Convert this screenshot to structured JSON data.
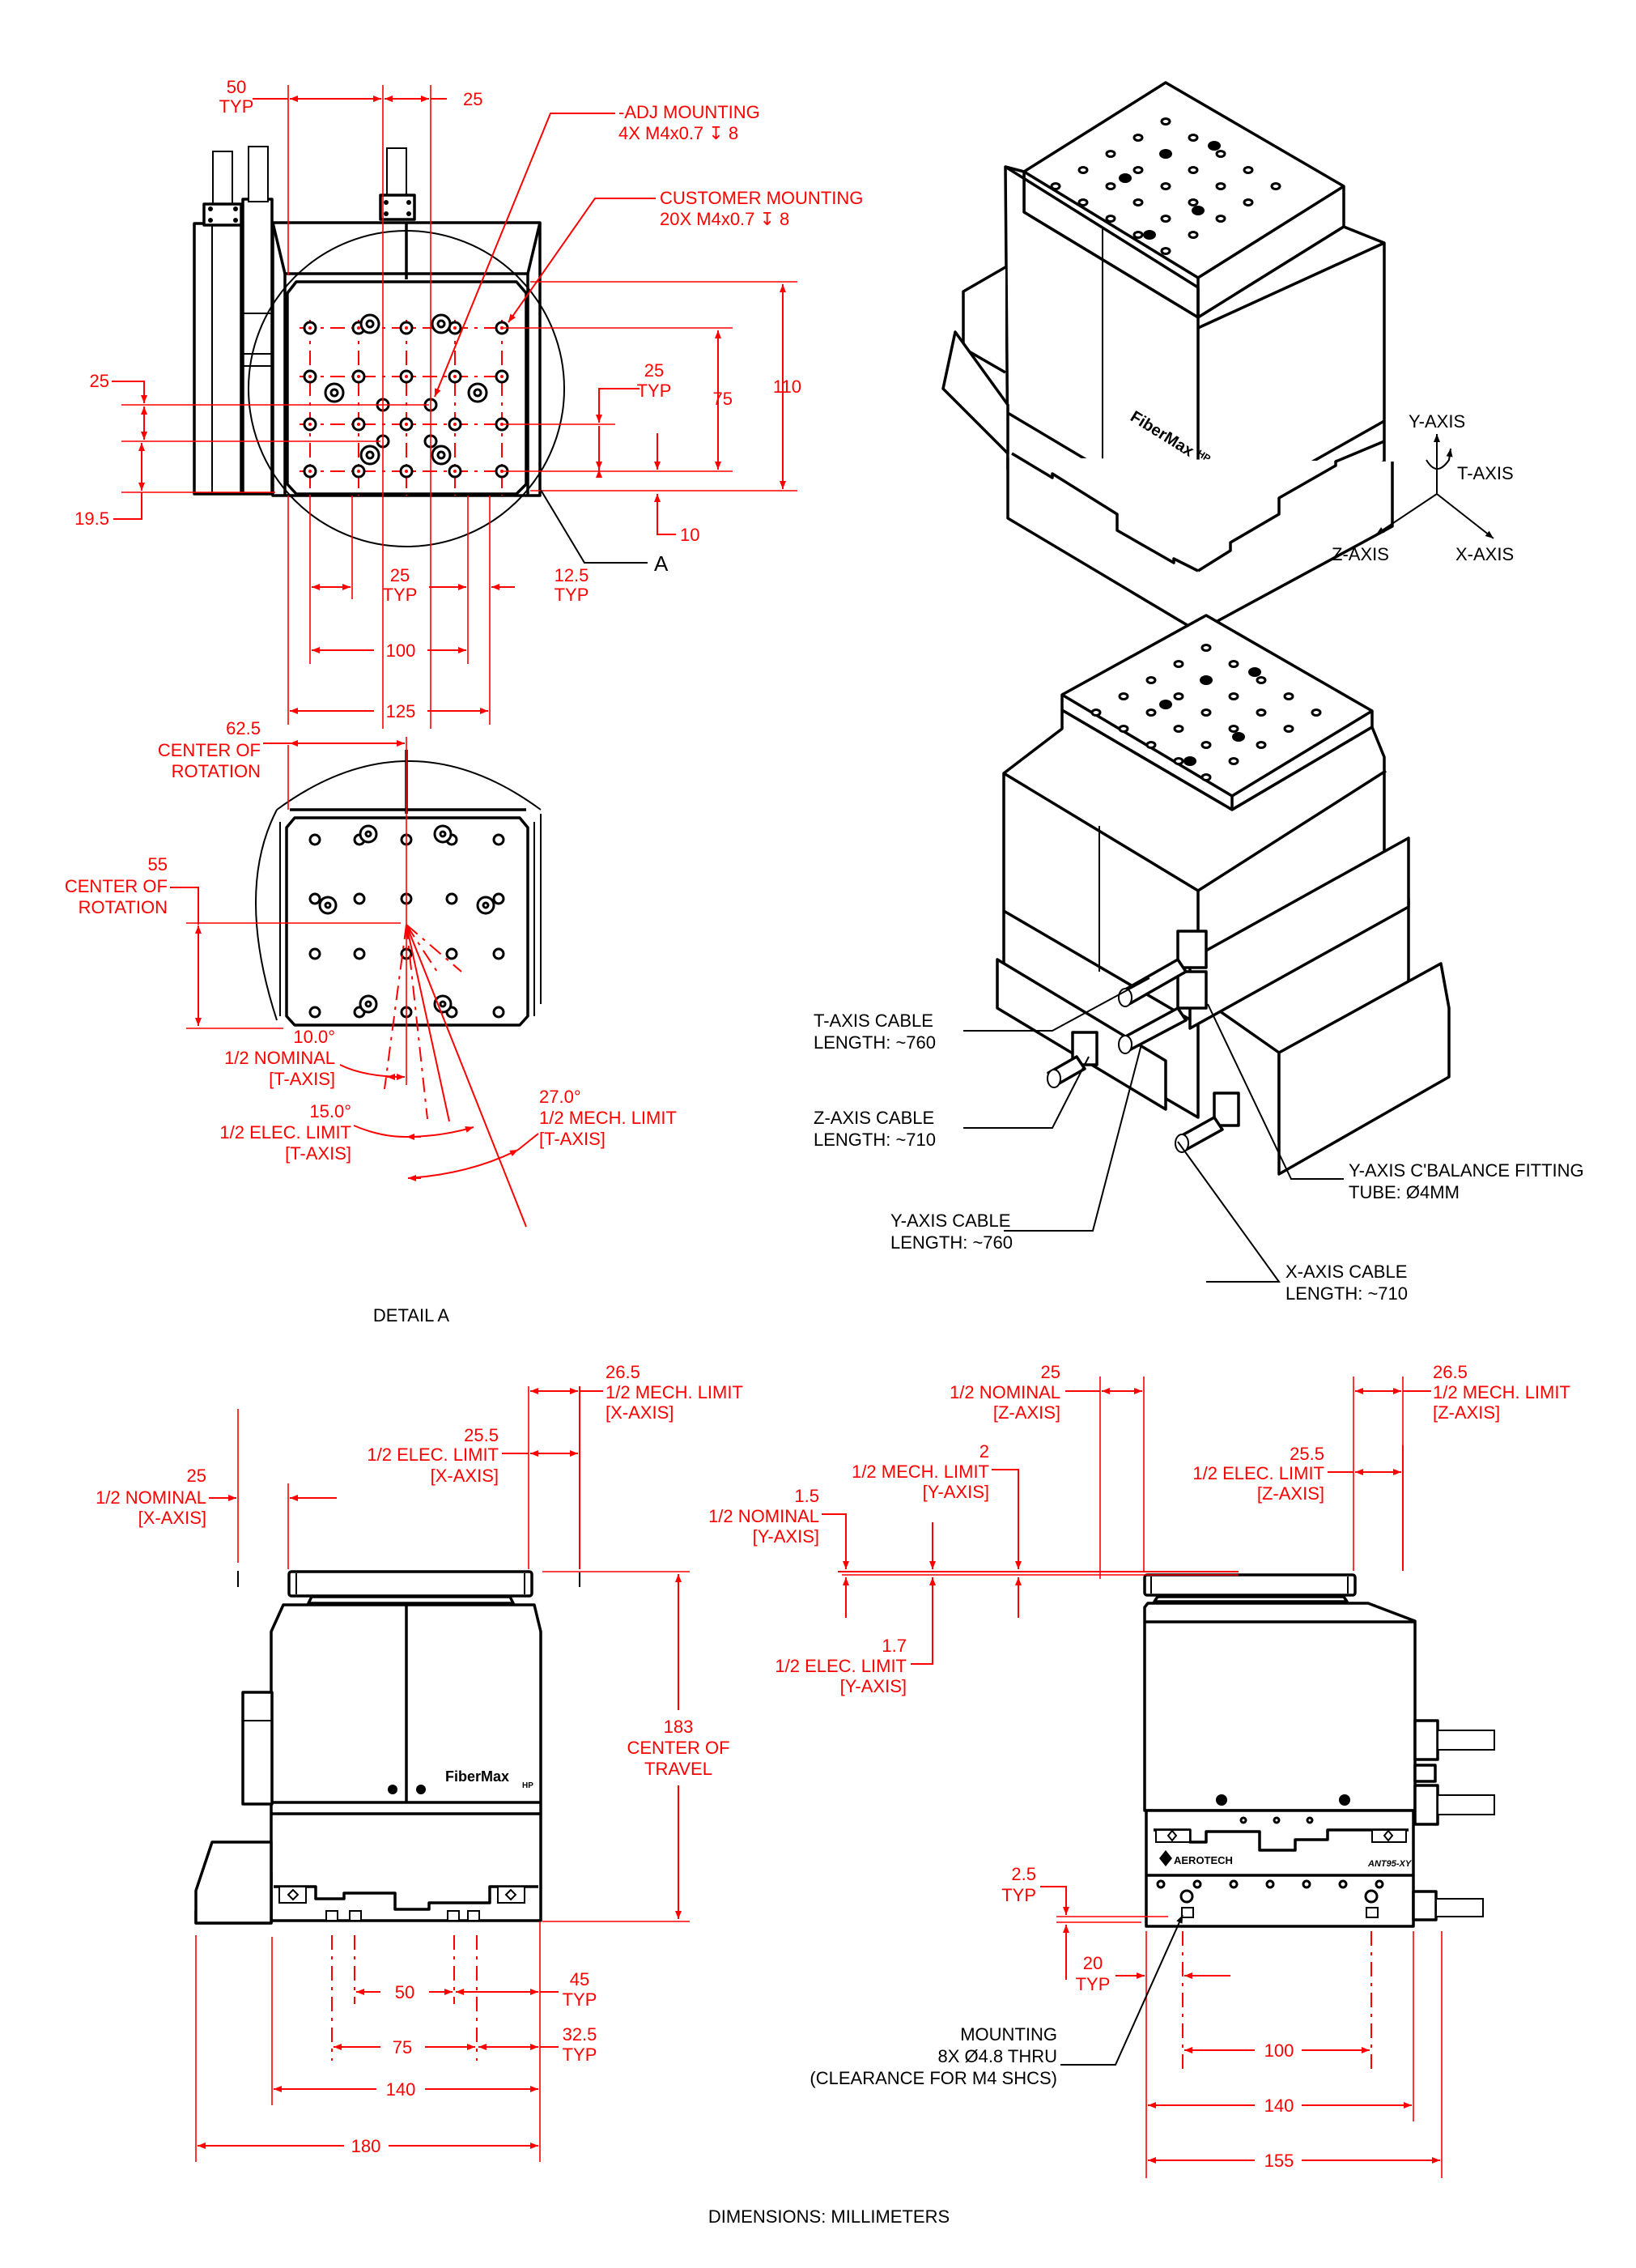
{
  "colors": {
    "dimension": "#ff0000",
    "outline": "#000000",
    "background": "#ffffff"
  },
  "top_view": {
    "dims": {
      "d50": "50",
      "d50_typ": "TYP",
      "d25_top": "25",
      "adj_mounting_l1": "-ADJ MOUNTING",
      "adj_mounting_l2": "4X M4x0.7 ↧ 8",
      "cust_mounting_l1": "CUSTOMER MOUNTING",
      "cust_mounting_l2": "20X M4x0.7 ↧ 8",
      "d25_left": "25",
      "d19_5": "19.5",
      "d25_typ_right": "25",
      "d25_typ_right_typ": "TYP",
      "d75": "75",
      "d110": "110",
      "d10": "10",
      "d25_typ_bottom": "25",
      "d25_typ_bottom_typ": "TYP",
      "d12_5": "12.5",
      "d12_5_typ": "TYP",
      "d100": "100",
      "d125": "125",
      "detail_ref": "A"
    }
  },
  "detail_a": {
    "cor_x_value": "62.5",
    "cor_x_l1": "CENTER OF",
    "cor_x_l2": "ROTATION",
    "cor_y_value": "55",
    "cor_y_l1": "CENTER OF",
    "cor_y_l2": "ROTATION",
    "nominal_angle": "10.0°",
    "nominal_l1": "1/2 NOMINAL",
    "nominal_l2": "[T-AXIS]",
    "elec_angle": "15.0°",
    "elec_l1": "1/2 ELEC. LIMIT",
    "elec_l2": "[T-AXIS]",
    "mech_angle": "27.0°",
    "mech_l1": "1/2 MECH. LIMIT",
    "mech_l2": "[T-AXIS]",
    "title": "DETAIL A"
  },
  "iso_top": {
    "brand": "FiberMax",
    "brand_sub": "HP",
    "axes": {
      "y": "Y-AXIS",
      "t": "T-AXIS",
      "z": "Z-AXIS",
      "x": "X-AXIS"
    }
  },
  "iso_cables": {
    "t_cable_l1": "T-AXIS CABLE",
    "t_cable_l2": "LENGTH: ~760",
    "z_cable_l1": "Z-AXIS CABLE",
    "z_cable_l2": "LENGTH: ~710",
    "y_cable_l1": "Y-AXIS CABLE",
    "y_cable_l2": "LENGTH: ~760",
    "x_cable_l1": "X-AXIS CABLE",
    "x_cable_l2": "LENGTH: ~710",
    "cbal_l1": "Y-AXIS C'BALANCE FITTING",
    "cbal_l2": "TUBE: Ø4MM"
  },
  "side_left": {
    "mech_value": "26.5",
    "mech_l1": "1/2 MECH. LIMIT",
    "mech_l2": "[X-AXIS]",
    "elec_value": "25.5",
    "elec_l1": "1/2 ELEC. LIMIT",
    "elec_l2": "[X-AXIS]",
    "nom_value": "25",
    "nom_l1": "1/2 NOMINAL",
    "nom_l2": "[X-AXIS]",
    "cot_value": "183",
    "cot_l1": "CENTER OF",
    "cot_l2": "TRAVEL",
    "brand": "FiberMax",
    "brand_sub": "HP",
    "d50": "50",
    "d45": "45",
    "d45_typ": "TYP",
    "d75": "75",
    "d32_5": "32.5",
    "d32_5_typ": "TYP",
    "d140": "140",
    "d180": "180"
  },
  "side_right": {
    "z_nom_value": "25",
    "z_nom_l1": "1/2 NOMINAL",
    "z_nom_l2": "[Z-AXIS]",
    "z_mech_value": "26.5",
    "z_mech_l1": "1/2 MECH. LIMIT",
    "z_mech_l2": "[Z-AXIS]",
    "z_elec_value": "25.5",
    "z_elec_l1": "1/2 ELEC. LIMIT",
    "z_elec_l2": "[Z-AXIS]",
    "y_mech_value": "2",
    "y_mech_l1": "1/2 MECH. LIMIT",
    "y_mech_l2": "[Y-AXIS]",
    "y_nom_value": "1.5",
    "y_nom_l1": "1/2 NOMINAL",
    "y_nom_l2": "[Y-AXIS]",
    "y_elec_value": "1.7",
    "y_elec_l1": "1/2 ELEC. LIMIT",
    "y_elec_l2": "[Y-AXIS]",
    "d2_5": "2.5",
    "d2_5_typ": "TYP",
    "d20": "20",
    "d20_typ": "TYP",
    "mount_l1": "MOUNTING",
    "mount_l2": "8X Ø4.8 THRU",
    "mount_l3": "(CLEARANCE FOR M4 SHCS)",
    "d100": "100",
    "d140": "140",
    "d155": "155",
    "brand": "AEROTECH",
    "model": "ANT95-XY"
  },
  "footer": {
    "units": "DIMENSIONS:  MILLIMETERS"
  }
}
